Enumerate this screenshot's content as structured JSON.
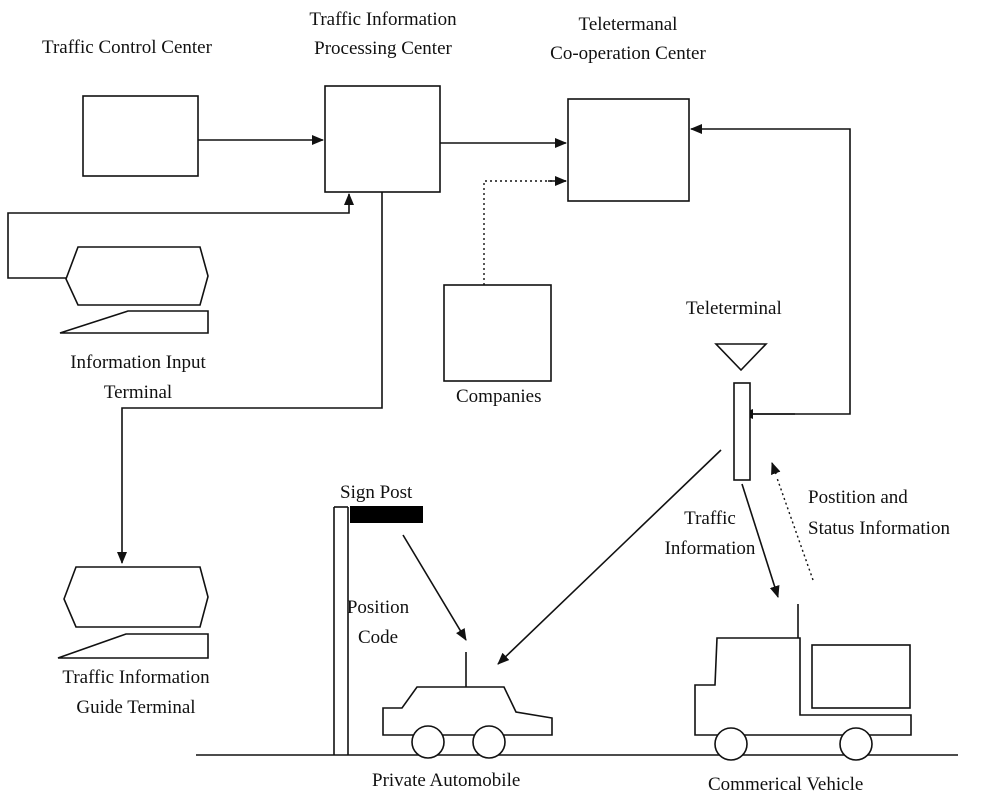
{
  "labels": {
    "traffic_control_center": "Traffic Control Center",
    "tipc_line1": "Traffic Information",
    "tipc_line2": "Processing Center",
    "tcc_line1": "Teletermanal",
    "tcc_line2": "Co-operation Center",
    "teleterminal": "Teleterminal",
    "companies": "Companies",
    "input_terminal_line1": "Information Input",
    "input_terminal_line2": "Terminal",
    "guide_terminal_line1": "Traffic Information",
    "guide_terminal_line2": "Guide Terminal",
    "sign_post": "Sign Post",
    "position_code_line1": "Position",
    "position_code_line2": "Code",
    "traffic_info_line1": "Traffic",
    "traffic_info_line2": "Information",
    "position_status_line1": "Postition and",
    "position_status_line2": "Status Information",
    "private_automobile": "Private Automobile",
    "commercial_vehicle": "Commerical Vehicle"
  }
}
